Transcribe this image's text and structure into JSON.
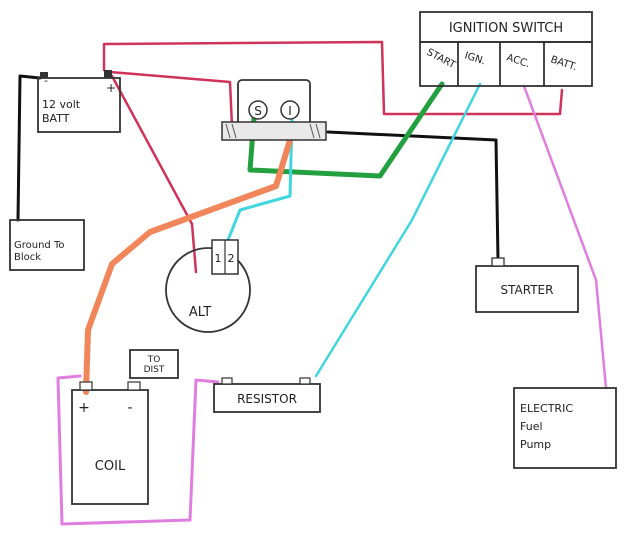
{
  "labels": {
    "ignition_switch": "IGNITION SWITCH",
    "start": "START",
    "ign": "IGN.",
    "acc": "ACC.",
    "batt": "BATT.",
    "battery": "12 volt BATT",
    "battery_plus": "+",
    "battery_minus": "-",
    "ground_to_block": "Ground To Block",
    "solenoid_s": "S",
    "solenoid_i": "I",
    "alt": "ALT",
    "alt_terminal_1": "1",
    "alt_terminal_2": "2",
    "starter": "STARTER",
    "to_dist": "TO DIST",
    "coil": "COIL",
    "coil_plus": "+",
    "coil_minus": "-",
    "resistor": "RESISTOR",
    "fuel_pump": "ELECTRIC Fuel Pump"
  },
  "colors": {
    "red": "#d0335a",
    "black": "#111111",
    "green": "#22a040",
    "cyan": "#3fd6e0",
    "orange": "#f0865a",
    "pink": "#e07ee0",
    "outline": "#333333"
  }
}
